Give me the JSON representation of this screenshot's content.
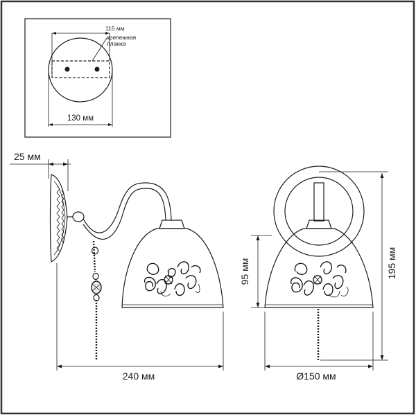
{
  "mount_plate": {
    "plate_width": "115 мм",
    "plate_note_line1": "крепежная",
    "plate_note_line2": "планка",
    "base_diameter": "130 мм"
  },
  "side_view": {
    "depth": "25 мм",
    "length": "240 мм"
  },
  "front_view": {
    "shade_height": "95 мм",
    "total_height": "195 мм",
    "shade_diameter": "Ø150 мм"
  }
}
